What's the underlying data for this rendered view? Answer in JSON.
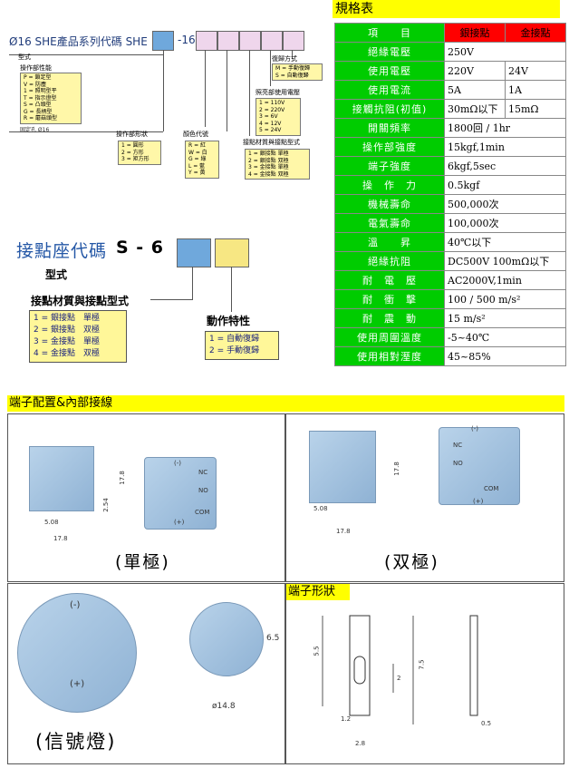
{
  "code_diagram": {
    "title": "Ø16 SHE產品系列代碼 SHE",
    "suffix": "-16",
    "type_label": "型式",
    "operation_label": "操作部性能",
    "operation_items": [
      "P = 鎖定型",
      "V = 防塵",
      "1 = 照明型平",
      "T = 指示燈型",
      "S = 凸頭型",
      "G = 長柄型",
      "R = 蘑菇頭型"
    ],
    "fixed_label": "固定孔 Ø16",
    "reset_label": "復歸方式",
    "reset_items": [
      "M = 手動復歸",
      "S = 自動復歸"
    ],
    "lamp_label": "照亮部使用電壓",
    "lamp_items": [
      "1 = 110V",
      "2 = 220V",
      "3 = 6V",
      "4 = 12V",
      "5 = 24V"
    ],
    "shape_label": "操作部形狀",
    "shape_items": [
      "1 = 圓形",
      "2 = 方形",
      "3 = 矩方形"
    ],
    "color_label": "顏色代號",
    "color_items": [
      "R = 紅",
      "W = 白",
      "G = 綠",
      "L = 藍",
      "Y = 黃"
    ],
    "contact_label": "接點材質與接點型式",
    "contact_items": [
      "1 = 銀接點 單極",
      "2 = 銀接點 双極",
      "3 = 金接點 單極",
      "4 = 金接點 双極"
    ]
  },
  "seat": {
    "title": "接點座代碼",
    "code": "S - 6",
    "type_label": "型式",
    "contact_label": "接點材質與接點型式",
    "contact_items": [
      "1 = 銀接點　單極",
      "2 = 銀接點　双極",
      "3 = 金接點　單極",
      "4 = 金接點　双極"
    ],
    "action_label": "動作特性",
    "action_items": [
      "1 = 自動復歸",
      "2 = 手動復歸"
    ]
  },
  "spec": {
    "title": "規格表",
    "header": {
      "item": "項　　目",
      "silver": "銀接點",
      "gold": "金接點"
    },
    "rows": [
      {
        "label": "絕緣電壓",
        "silver": "250V",
        "gold": ""
      },
      {
        "label": "使用電壓",
        "silver": "220V",
        "gold": "24V"
      },
      {
        "label": "使用電流",
        "silver": "5A",
        "gold": "1A"
      },
      {
        "label": "接觸抗阻(初值)",
        "silver": "30mΩ以下",
        "gold": "15mΩ"
      },
      {
        "label": "開關頻率",
        "silver": "1800回 / 1hr",
        "gold": ""
      },
      {
        "label": "操作部強度",
        "silver": "15kgf,1min",
        "gold": ""
      },
      {
        "label": "端子強度",
        "silver": "6kgf,5sec",
        "gold": ""
      },
      {
        "label": "操　作　力",
        "silver": "0.5kgf",
        "gold": ""
      },
      {
        "label": "機械壽命",
        "silver": "500,000次",
        "gold": ""
      },
      {
        "label": "電氣壽命",
        "silver": "100,000次",
        "gold": ""
      },
      {
        "label": "溫　　昇",
        "silver": "40℃以下",
        "gold": ""
      },
      {
        "label": "絕緣抗阻",
        "silver": "DC500V 100mΩ以下",
        "gold": ""
      },
      {
        "label": "耐　電　壓",
        "silver": "AC2000V,1min",
        "gold": ""
      },
      {
        "label": "耐　衝　擊",
        "silver": "100 / 500 m/s²",
        "gold": ""
      },
      {
        "label": "耐　震　動",
        "silver": "15 m/s²",
        "gold": ""
      },
      {
        "label": "使用周圍溫度",
        "silver": "-5~40℃",
        "gold": ""
      },
      {
        "label": "使用相對溼度",
        "silver": "45~85%",
        "gold": ""
      }
    ]
  },
  "wiring": {
    "title": "端子配置&內部接線",
    "single_caption": "(單極)",
    "double_caption": "(双極)",
    "lamp_caption": "(信號燈)",
    "dims": {
      "w": "17.8",
      "h": "17.8",
      "a": "5.08",
      "b": "2.54",
      "dia": "ø14.8",
      "h2": "6.5"
    },
    "terminal_labels": {
      "nc": "NC",
      "no": "NO",
      "com": "COM",
      "minus": "(-)",
      "plus": "(+)"
    }
  },
  "terminal_shape": {
    "title": "端子形狀",
    "dims": {
      "a": "5.5",
      "b": "2",
      "c": "7.5",
      "d": "1.2",
      "e": "2.8",
      "f": "0.5"
    }
  }
}
